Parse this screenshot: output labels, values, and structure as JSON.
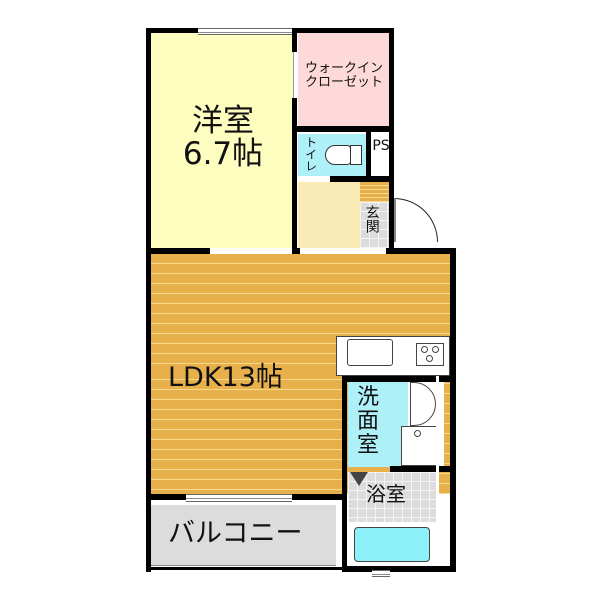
{
  "floorplan": {
    "rooms": {
      "western_room": {
        "name": "洋室",
        "size": "6.7帖",
        "color": "#fdfdbf"
      },
      "walk_in_closet": {
        "line1": "ウォークイン",
        "line2": "クローゼット",
        "color": "#fdd9d9"
      },
      "toilet": {
        "name": "トイレ",
        "color": "#aef0f7"
      },
      "pipe_space": {
        "name": "PS"
      },
      "hall": {
        "color": "#faeab5"
      },
      "entrance": {
        "name": "玄関"
      },
      "ldk": {
        "name": "LDK13帖",
        "color": "#e8b04a"
      },
      "washroom": {
        "name": "洗面室",
        "color": "#aef0f7"
      },
      "bathroom": {
        "name": "浴室",
        "tub_color": "#8ef0f8"
      },
      "balcony": {
        "name": "バルコニー",
        "color": "#dcdcdc"
      }
    }
  }
}
